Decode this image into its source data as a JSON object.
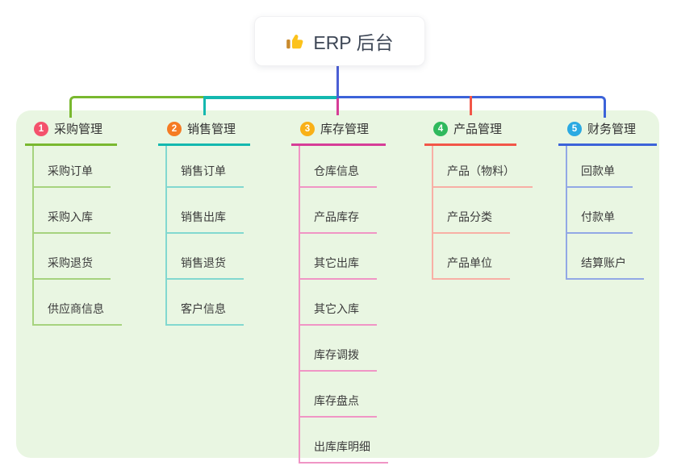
{
  "root": {
    "label": "ERP 后台",
    "icon": "thumbs-up-icon"
  },
  "colors": {
    "trunk": "#4B5FD5",
    "panel_bg": "#E9F6E2",
    "card_bg": "#FFFFFF",
    "root_text": "#3E4756",
    "title_text": "#333333",
    "item_text": "#3B3B3B",
    "badge_text": "#FFFFFF"
  },
  "branches": [
    {
      "num": "1",
      "title": "采购管理",
      "colors": {
        "badge_bg": "#F4526C",
        "line": "#79B82F",
        "sub_line": "#A6D37E"
      },
      "items": [
        "采购订单",
        "采购入库",
        "采购退货",
        "供应商信息"
      ]
    },
    {
      "num": "2",
      "title": "销售管理",
      "colors": {
        "badge_bg": "#F57B23",
        "line": "#14B8AF",
        "sub_line": "#82D8D0"
      },
      "items": [
        "销售订单",
        "销售出库",
        "销售退货",
        "客户信息"
      ]
    },
    {
      "num": "3",
      "title": "库存管理",
      "colors": {
        "badge_bg": "#F9B017",
        "line": "#D63D97",
        "sub_line": "#F095C5"
      },
      "items": [
        "仓库信息",
        "产品库存",
        "其它出库",
        "其它入库",
        "库存调拨",
        "库存盘点",
        "出库库明细"
      ]
    },
    {
      "num": "4",
      "title": "产品管理",
      "colors": {
        "badge_bg": "#2FB95D",
        "line": "#F25648",
        "sub_line": "#F8AFA5"
      },
      "items": [
        "产品（物料）",
        "产品分类",
        "产品单位"
      ]
    },
    {
      "num": "5",
      "title": "财务管理",
      "colors": {
        "badge_bg": "#2BAAE2",
        "line": "#3C63D9",
        "sub_line": "#92A8E5"
      },
      "items": [
        "回款单",
        "付款单",
        "结算账户"
      ]
    }
  ]
}
